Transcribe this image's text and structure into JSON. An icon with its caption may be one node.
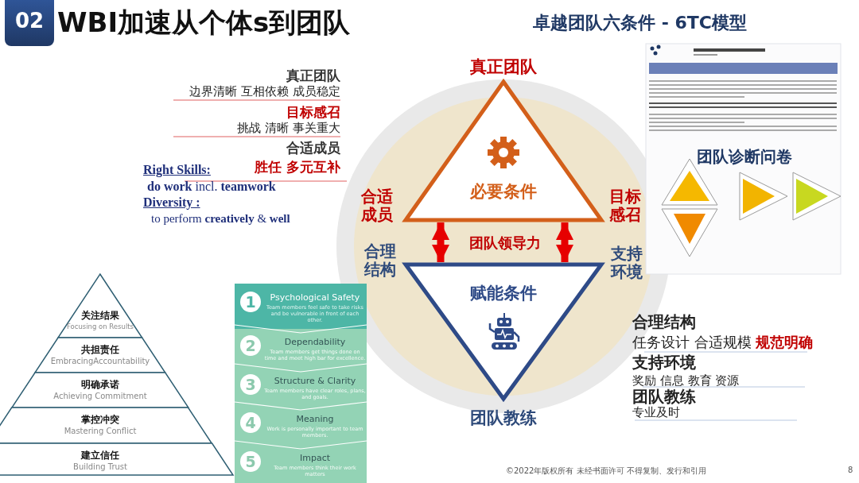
{
  "diagram": {
    "title": "WBI加速从个体s到团队",
    "nodes": [
      {
        "text": [
          "必要条件"
        ],
        "beside": [
          "真正团队"
        ]
      },
      {
        "text": [
          "赋能条件"
        ],
        "beside": [
          "团队教练"
        ]
      },
      {
        "text": [],
        "shape": "picture"
      },
      {
        "text": [
          "关注结果",
          "Focusing on Results"
        ]
      },
      {
        "text": [
          "共担责任",
          "EmbracingAccountability"
        ]
      },
      {
        "text": [
          "明确承诺",
          "Achieving Commitment"
        ]
      },
      {
        "text": [
          "掌控冲突",
          "Mastering Conflict"
        ]
      },
      {
        "text": [
          "建立信任",
          "Building Trust"
        ]
      },
      {
        "text": [
          "1",
          "Psychological Safety",
          "Team members feel safe to take risks and be vulnerable in front of each other."
        ]
      },
      {
        "text": [
          "2",
          "Dependability",
          "Team members get things done on time and meet high bar for excellence."
        ]
      },
      {
        "text": [
          "3",
          "Structure & Clarity",
          "Team members have clear roles, plans, and goals."
        ]
      },
      {
        "text": [
          "4",
          "Meaning",
          "Work is personally important to team members."
        ]
      },
      {
        "text": [
          "5",
          "Impact",
          "Team members think their work matters"
        ]
      }
    ],
    "edges": [
      {
        "from": 0,
        "to": 1,
        "arrow": "both"
      },
      {
        "from": 0,
        "to": 1,
        "arrow": "both"
      }
    ],
    "labels": [
      "02",
      "卓越团队六条件 - 6TC模型",
      "真正团队",
      "边界清晰 互相依赖 成员稳定",
      "目标感召",
      "挑战 清晰 事关重大",
      "合适成员",
      "Right Skills:",
      "胜任 多元互补",
      "**do work** incl. **teamwork**",
      "Diversity :",
      "to perform **creatively** & **well**",
      "合适成员",
      "目标感召",
      "团队领导力",
      "合理结构",
      "支持环境",
      "团队诊断问卷",
      "合理结构",
      "任务设计 合适规模 **规范明确**",
      "支持环境",
      "奖励 信息 教育 资源",
      "团队教练",
      "专业及时",
      "©2022年版权所有 未经书面许可 不得复制、发行和引用",
      "8"
    ]
  }
}
